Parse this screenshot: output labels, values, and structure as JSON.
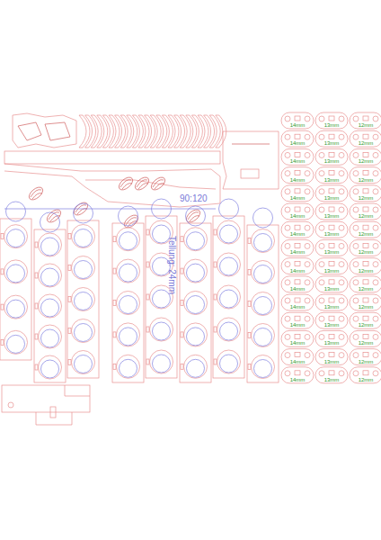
{
  "diagram": {
    "labels": [
      "90:120",
      "Tellung: 24mm",
      "14mm",
      "13mm",
      "12mm",
      "14mm",
      "13mm",
      "12mm",
      "14mm",
      "13mm",
      "12mm",
      "14mm",
      "13mm",
      "12mm",
      "14mm",
      "13mm",
      "12mm",
      "14mm",
      "13mm",
      "12mm",
      "14mm",
      "13mm",
      "12mm",
      "14mm",
      "13mm",
      "12mm",
      "14mm",
      "13mm",
      "12mm",
      "14mm",
      "13mm",
      "12mm",
      "14mm",
      "13mm",
      "12mm",
      "14mm",
      "13mm",
      "12mm",
      "14mm",
      "13mm",
      "12mm",
      "14mm",
      "13mm",
      "12mm",
      "14mm",
      "13mm",
      "12mm"
    ]
  }
}
